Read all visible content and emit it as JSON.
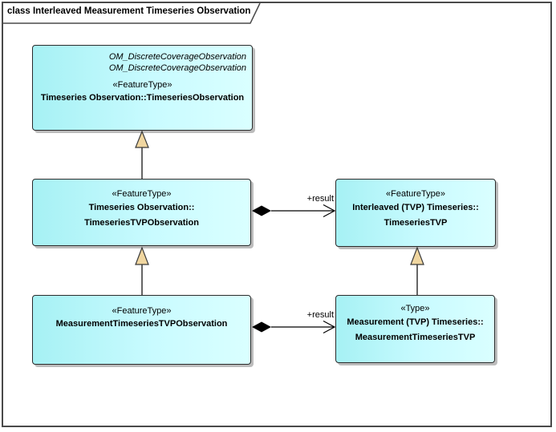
{
  "frame": {
    "title": "class Interleaved Measurement Timeseries Observation"
  },
  "classes": {
    "timeseries_observation": {
      "inherits": [
        "OM_DiscreteCoverageObservation",
        "OM_DiscreteCoverageObservation"
      ],
      "stereotype": "«FeatureType»",
      "name": "Timeseries Observation::TimeseriesObservation"
    },
    "timeseries_tvp_observation": {
      "stereotype": "«FeatureType»",
      "name_line1": "Timeseries Observation::",
      "name_line2": "TimeseriesTVPObservation"
    },
    "timeseries_tvp": {
      "stereotype": "«FeatureType»",
      "name_line1": "Interleaved (TVP) Timeseries::",
      "name_line2": "TimeseriesTVP"
    },
    "measurement_timeseries_tvp_observation": {
      "stereotype": "«FeatureType»",
      "name": "MeasurementTimeseriesTVPObservation"
    },
    "measurement_timeseries_tvp": {
      "stereotype": "«Type»",
      "name_line1": "Measurement (TVP) Timeseries::",
      "name_line2": "MeasurementTimeseriesTVP"
    }
  },
  "connectors": {
    "result_label_top": "+result",
    "result_label_bottom": "+result"
  },
  "colors": {
    "class_fill_start": "#a6f1f4",
    "class_fill_end": "#daffff",
    "class_border": "#2b2b2b",
    "generalization_triangle_fill": "#f0d6a0",
    "composition_diamond": "#000000",
    "frame_border": "#4a4a4a",
    "shadow": "#bcbcbc",
    "text": "#000000"
  }
}
